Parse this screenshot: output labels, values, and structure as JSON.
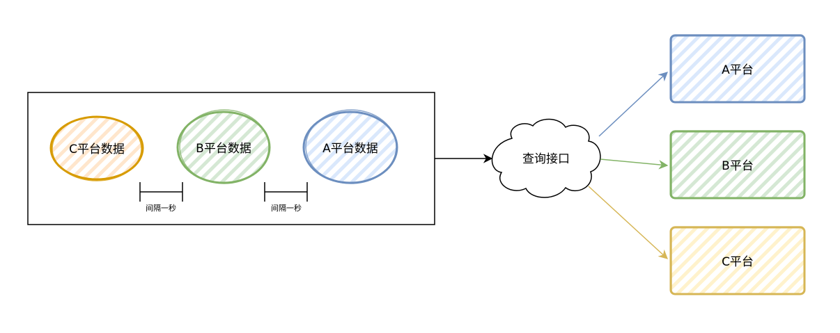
{
  "data_nodes": {
    "c": {
      "label": "C平台数据",
      "stroke": "#d79b00",
      "fill": "#ffe6cc"
    },
    "b": {
      "label": "B平台数据",
      "stroke": "#82b366",
      "fill": "#d5e8d4"
    },
    "a": {
      "label": "A平台数据",
      "stroke": "#6c8ebf",
      "fill": "#dae8fc"
    }
  },
  "intervals": [
    {
      "label": "间隔一秒"
    },
    {
      "label": "间隔一秒"
    }
  ],
  "cloud": {
    "label": "查询接口"
  },
  "platforms": {
    "a": {
      "label": "A平台",
      "stroke": "#6c8ebf",
      "fill": "#dae8fc"
    },
    "b": {
      "label": "B平台",
      "stroke": "#82b366",
      "fill": "#d5e8d4"
    },
    "c": {
      "label": "C平台",
      "stroke": "#d6b656",
      "fill": "#fff2cc"
    }
  }
}
